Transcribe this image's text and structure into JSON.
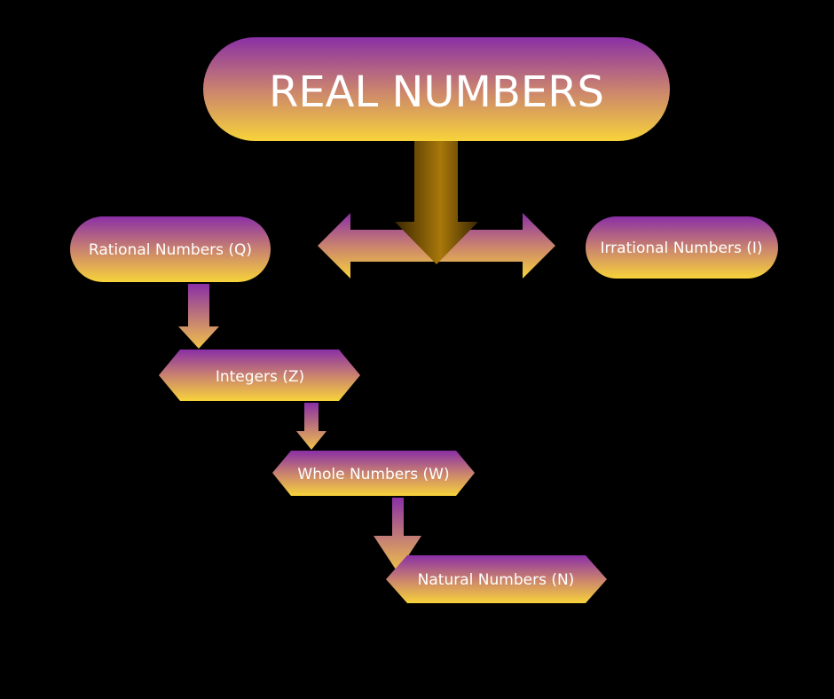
{
  "diagram": {
    "title": "REAL NUMBERS",
    "nodes": {
      "rational": "Rational Numbers (Q)",
      "irrational": "Irrational Numbers (I)",
      "integers": "Integers (Z)",
      "whole": "Whole Numbers (W)",
      "natural": "Natural Numbers (N)"
    },
    "colors": {
      "background": "#000000",
      "gradient_top": "#8a2fa6",
      "gradient_mid": "#c9826f",
      "gradient_bottom": "#f7d33a",
      "text": "#ffffff",
      "arrow_dark": "#3a2600",
      "arrow_light": "#a8780a"
    }
  }
}
